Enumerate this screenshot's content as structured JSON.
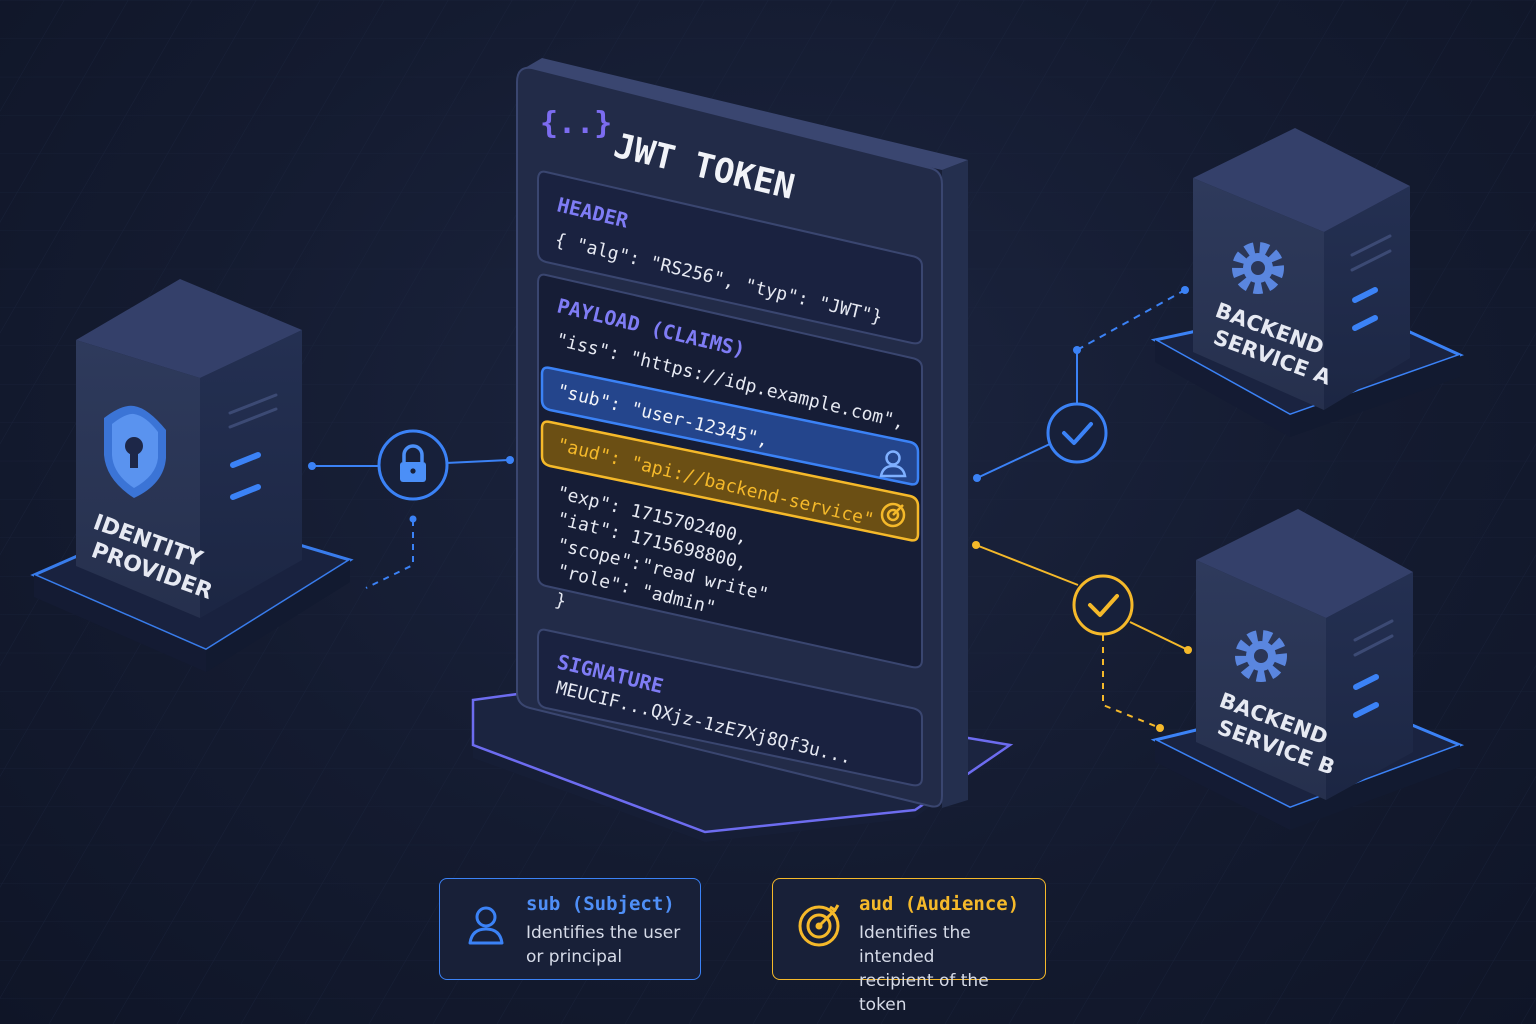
{
  "colors": {
    "background": "#141b30",
    "accent_blue": "#3b82f6",
    "accent_purple": "#7c6cf0",
    "accent_yellow": "#f5b92a",
    "panel": "#1e2742",
    "text": "#e6e9f2"
  },
  "token": {
    "icon": "{..}",
    "title": "JWT TOKEN",
    "header": {
      "label": "HEADER",
      "value": "{ \"alg\": \"RS256\", \"typ\": \"JWT\"}"
    },
    "payload": {
      "label": "PAYLOAD (CLAIMS)",
      "iss": "\"iss\": \"https://idp.example.com\",",
      "sub": "\"sub\": \"user-12345\",",
      "aud": "\"aud\": \"api://backend-service\"",
      "exp": "\"exp\":   1715702400,",
      "iat": "\"iat\":   1715698800,",
      "scope": "\"scope\":\"read write\"",
      "role": "\"role\": \"admin\"",
      "close": "}"
    },
    "signature": {
      "label": "SIGNATURE",
      "value": "MEUCIF...QXjz-1zE7Xj8Qf3u..."
    }
  },
  "nodes": {
    "idp": {
      "line1": "IDENTITY",
      "line2": "PROVIDER",
      "icon": "shield-keyhole-icon"
    },
    "service_a": {
      "line1": "BACKEND",
      "line2": "SERVICE A",
      "icon": "gear-icon"
    },
    "service_b": {
      "line1": "BACKEND",
      "line2": "SERVICE B",
      "icon": "gear-icon"
    }
  },
  "connectors": {
    "idp_to_token": "lock-icon",
    "token_to_service_a": "check-icon",
    "token_to_service_b": "check-icon"
  },
  "legend": {
    "sub": {
      "title": "sub (Subject)",
      "line1": "Identifies the user",
      "line2": "or principal",
      "icon": "user-icon"
    },
    "aud": {
      "title": "aud (Audience)",
      "line1": "Identifies the intended",
      "line2": "recipient of the token",
      "icon": "target-icon"
    }
  }
}
